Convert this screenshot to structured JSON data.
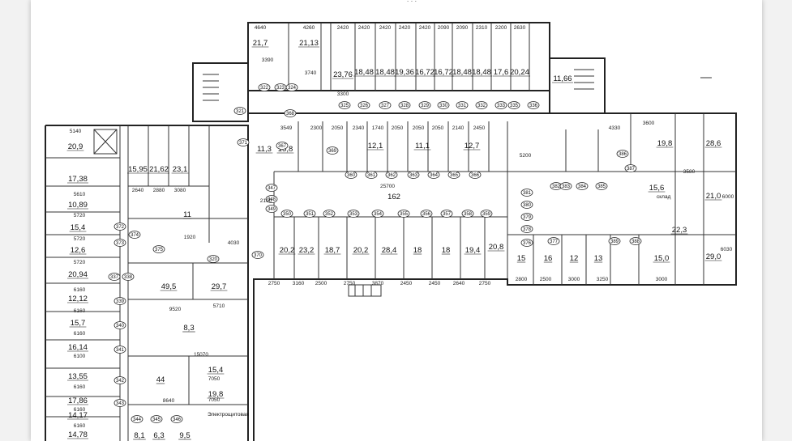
{
  "plan": {
    "areas": [
      "21,7",
      "21,13",
      "23,76",
      "18,48",
      "18,48",
      "19,36",
      "16,72",
      "16,72",
      "18,48",
      "18,48",
      "17,6",
      "20,24",
      "11,66",
      "20,9",
      "17,38",
      "10,89",
      "15,4",
      "12,6",
      "20,94",
      "12,12",
      "15,7",
      "16,14",
      "13,55",
      "17,86",
      "14,17",
      "14,78",
      "15,95",
      "21,62",
      "23,1",
      "11",
      "49,5",
      "29,7",
      "8,3",
      "44",
      "15,4",
      "19,8",
      "15,6",
      "21,0",
      "22,3",
      "29,0",
      "19,8",
      "28,6",
      "15",
      "16",
      "12",
      "13",
      "15,0",
      "20,2",
      "23,2",
      "18,7",
      "20,2",
      "28,4",
      "18",
      "18",
      "19,4",
      "20,8",
      "11,3",
      "15,8",
      "12,1",
      "11,1",
      "12,7",
      "8,1",
      "6,3",
      "9,5"
    ],
    "dimensions": [
      "4640",
      "4260",
      "2420",
      "2420",
      "2420",
      "2420",
      "2420",
      "2090",
      "2090",
      "2310",
      "2200",
      "2630",
      "3390",
      "3740",
      "3300",
      "5140",
      "5610",
      "5720",
      "5720",
      "5720",
      "6160",
      "6160",
      "6160",
      "6100",
      "6160",
      "6160",
      "6160",
      "3549",
      "2300",
      "2050",
      "2340",
      "1740",
      "2050",
      "2050",
      "2050",
      "2140",
      "2450",
      "25700",
      "2640",
      "2880",
      "3080",
      "1920",
      "4030",
      "9520",
      "5710",
      "15070",
      "8640",
      "7050",
      "7050",
      "2750",
      "3160",
      "2500",
      "2750",
      "3870",
      "2450",
      "2450",
      "2640",
      "2750",
      "3600",
      "5200",
      "3580",
      "4330",
      "2800",
      "2500",
      "3000",
      "3250",
      "3000",
      "6000",
      "6030"
    ],
    "room_tags": [
      "320",
      "321",
      "322",
      "323",
      "324",
      "325",
      "326",
      "327",
      "328",
      "329",
      "330",
      "331",
      "332",
      "333",
      "335",
      "336",
      "337",
      "338",
      "339",
      "340",
      "341",
      "342",
      "343",
      "344",
      "345",
      "346",
      "347",
      "348",
      "349",
      "350",
      "351",
      "352",
      "353",
      "354",
      "355",
      "356",
      "357",
      "358",
      "359",
      "360",
      "361",
      "362",
      "363",
      "364",
      "365",
      "366",
      "367",
      "368",
      "369",
      "370",
      "371",
      "372",
      "373",
      "374",
      "375",
      "376",
      "377",
      "378",
      "379",
      "380",
      "381",
      "382",
      "383",
      "384",
      "385",
      "386",
      "387",
      "388",
      "389"
    ],
    "labels": [
      "Электрощитовая",
      "склад"
    ],
    "corridor_area": "162",
    "cc": "2100"
  }
}
